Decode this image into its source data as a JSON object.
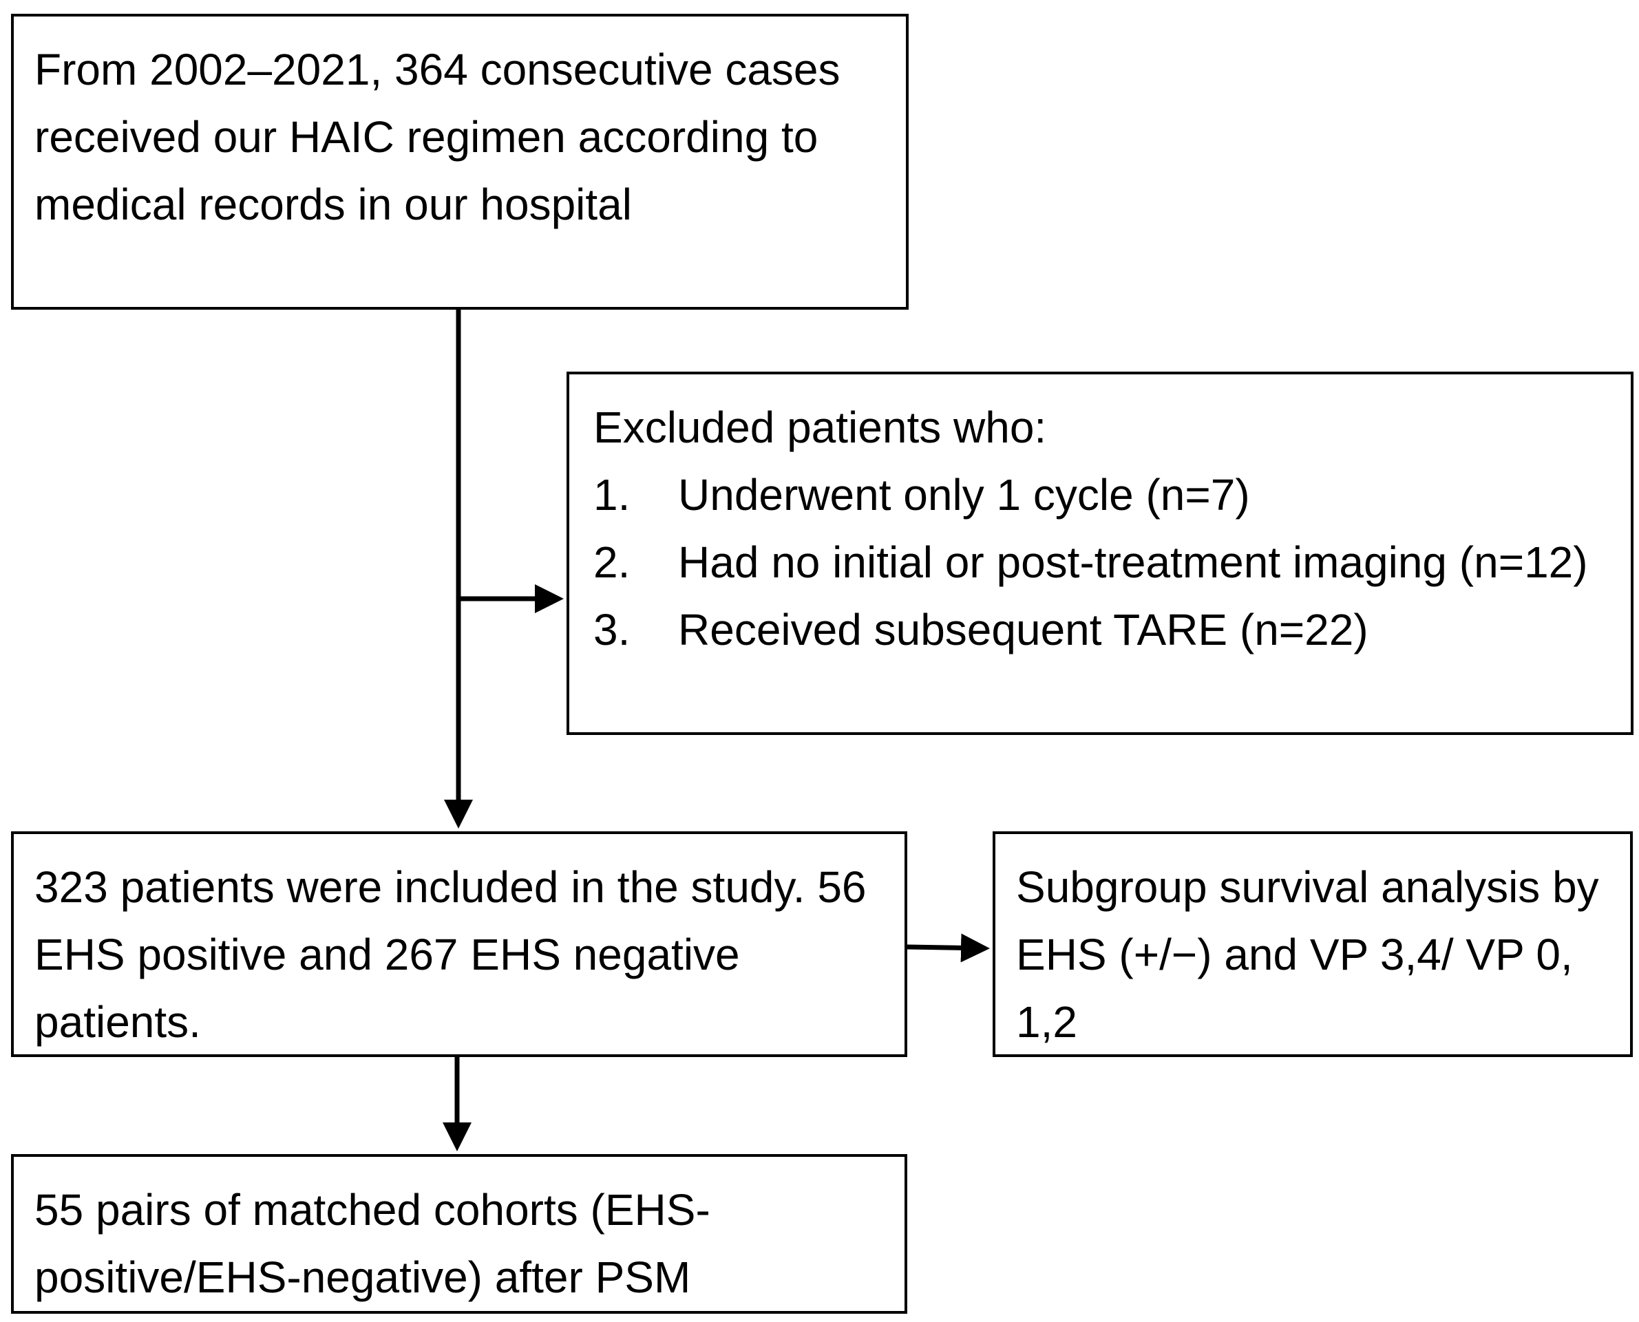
{
  "boxes": {
    "source": {
      "text": "From 2002–2021, 364 consecutive cases received our HAIC regimen according to medical records in our hospital"
    },
    "excluded": {
      "heading": "Excluded patients who:",
      "items": [
        {
          "num": "1.",
          "text": "Underwent only 1 cycle (n=7)"
        },
        {
          "num": "2.",
          "text": "Had no initial or post-treatment imaging (n=12)"
        },
        {
          "num": "3.",
          "text": "Received subsequent TARE (n=22)"
        }
      ]
    },
    "included": {
      "text": "323 patients were included in the study. 56 EHS positive and 267 EHS negative patients."
    },
    "subgroup": {
      "text": "Subgroup survival analysis by EHS (+/−) and VP 3,4/ VP 0, 1,2"
    },
    "matched": {
      "text": "55 pairs of matched cohorts (EHS-positive/EHS-negative) after PSM"
    }
  },
  "colors": {
    "line": "#000000",
    "background": "#ffffff"
  }
}
